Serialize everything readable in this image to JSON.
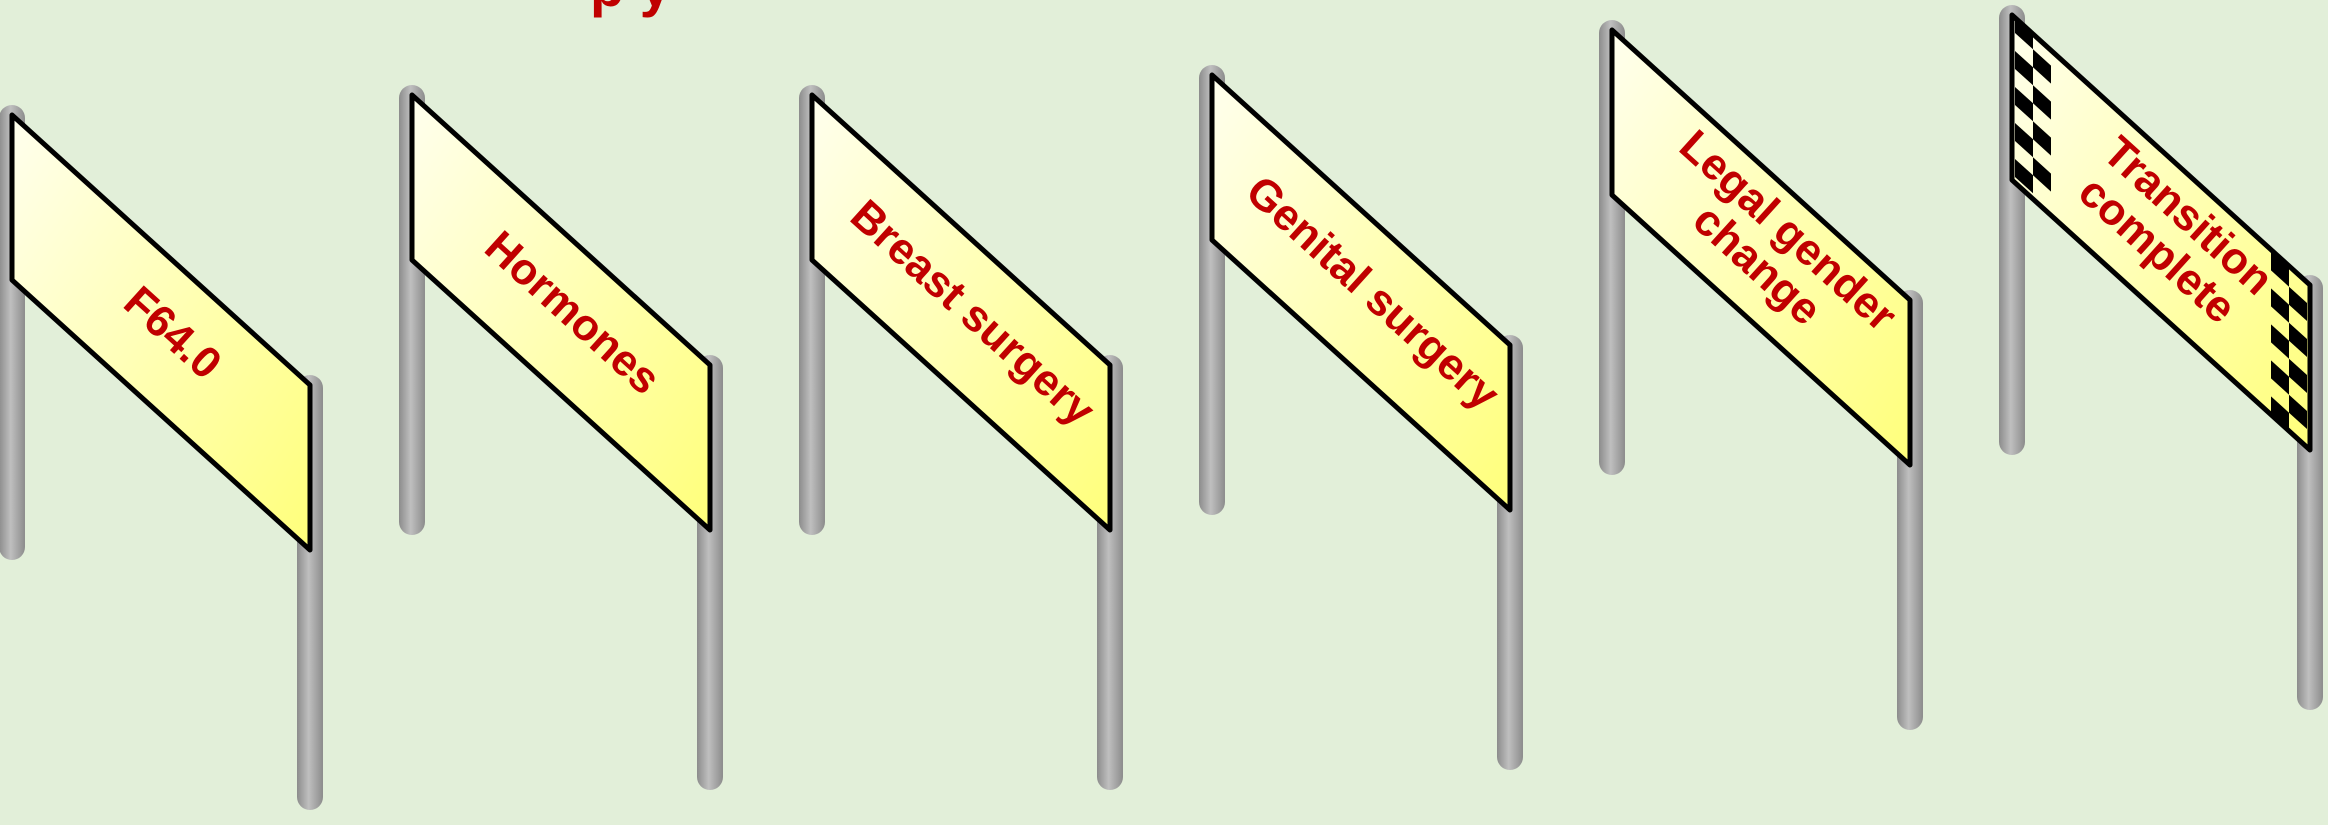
{
  "title_fragment": "p y",
  "signs": [
    {
      "lines": [
        "F64.0"
      ],
      "checkered": false
    },
    {
      "lines": [
        "Hormones"
      ],
      "checkered": false
    },
    {
      "lines": [
        "Breast surgery"
      ],
      "checkered": false
    },
    {
      "lines": [
        "Genital surgery"
      ],
      "checkered": false
    },
    {
      "lines": [
        "Legal gender",
        "change"
      ],
      "checkered": false
    },
    {
      "lines": [
        "Transition",
        "complete"
      ],
      "checkered": true
    }
  ],
  "colors": {
    "background": "#e2efd9",
    "sign_fill_light": "#ffffe6",
    "sign_fill_dark": "#ffff80",
    "text": "#c00000",
    "pole": "#a6a6a6"
  }
}
